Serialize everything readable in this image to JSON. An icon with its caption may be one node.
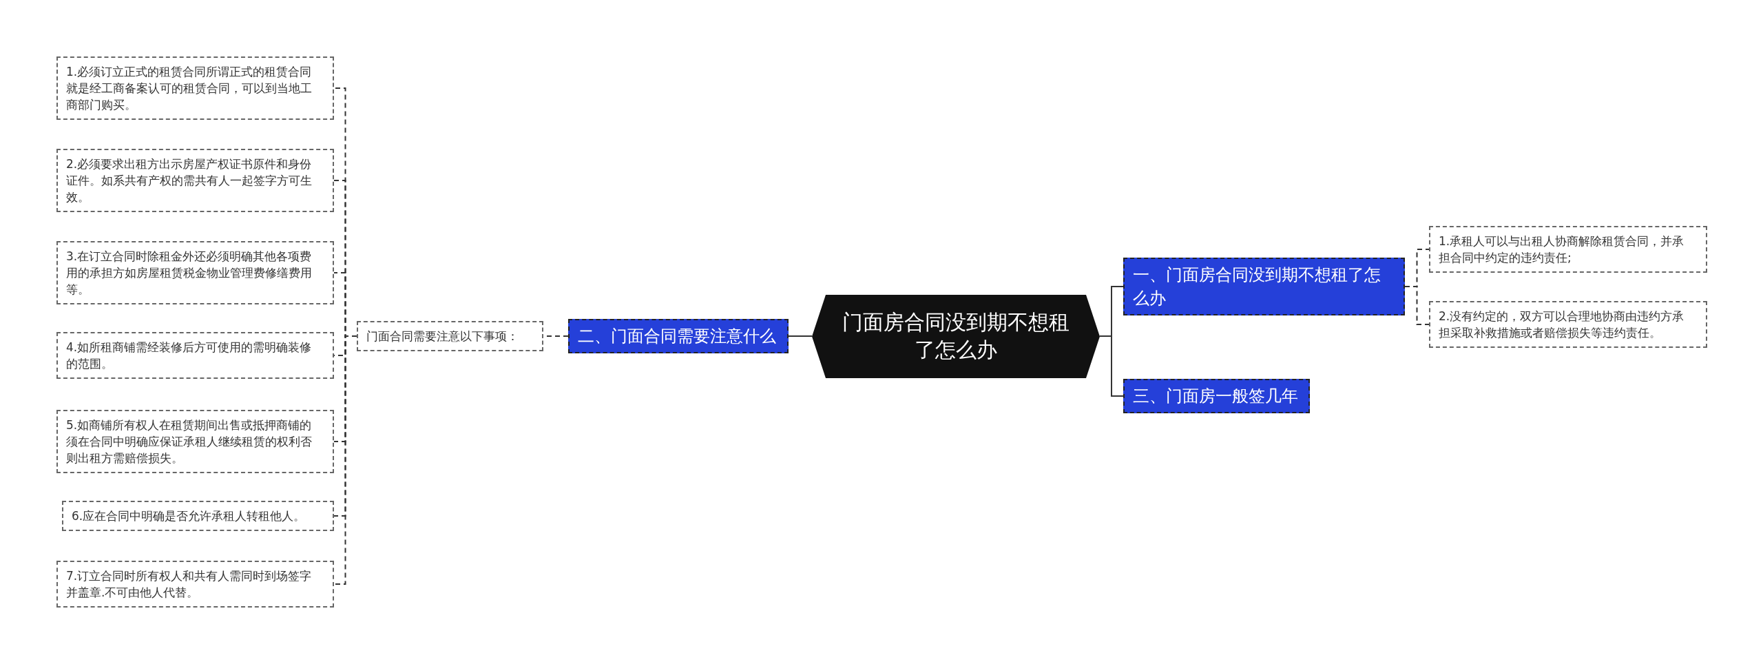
{
  "diagram": {
    "nodes": [
      {
        "text": [
          "门面房合同没到期不想租了怎么办"
        ]
      },
      {
        "text": [
          "二、门面合同需要注意什么"
        ]
      },
      {
        "text": [
          "门面合同需要注意以下事项："
        ]
      },
      {
        "text": [
          "1.必须订立正式的租赁合同所谓正式的租赁合同就是经工商备案认可的租赁合同，可以到当地工商部门购买。"
        ]
      },
      {
        "text": [
          "2.必须要求出租方出示房屋产权证书原件和身份证件。如系共有产权的需共有人一起签字方可生效。"
        ]
      },
      {
        "text": [
          "3.在订立合同时除租金外还必须明确其他各项费用的承担方如房屋租赁税金物业管理费修缮费用等。"
        ]
      },
      {
        "text": [
          "4.如所租商铺需经装修后方可使用的需明确装修的范围。"
        ]
      },
      {
        "text": [
          "5.如商铺所有权人在租赁期间出售或抵押商铺的须在合同中明确应保证承租人继续租赁的权利否则出租方需赔偿损失。"
        ]
      },
      {
        "text": [
          "6.应在合同中明确是否允许承租人转租他人。"
        ]
      },
      {
        "text": [
          "7.订立合同时所有权人和共有人需同时到场签字并盖章.不可由他人代替。"
        ]
      },
      {
        "text": [
          "一、门面房合同没到期不想租了怎么办"
        ]
      },
      {
        "text": [
          "1.承租人可以与出租人协商解除租赁合同，并承担合同中约定的违约责任;"
        ]
      },
      {
        "text": [
          "2.没有约定的，双方可以合理地协商由违约方承担采取补救措施或者赔偿损失等违约责任。"
        ]
      },
      {
        "text": [
          "三、门面房一般签几年"
        ]
      }
    ],
    "edges": [
      {
        "from": 0,
        "to": 1,
        "arrow": "none"
      },
      {
        "from": 1,
        "to": 2,
        "arrow": "none",
        "style": "dashed"
      },
      {
        "from": 2,
        "to": 3,
        "arrow": "none",
        "style": "dashed"
      },
      {
        "from": 2,
        "to": 4,
        "arrow": "none",
        "style": "dashed"
      },
      {
        "from": 2,
        "to": 5,
        "arrow": "none",
        "style": "dashed"
      },
      {
        "from": 2,
        "to": 6,
        "arrow": "none",
        "style": "dashed"
      },
      {
        "from": 2,
        "to": 7,
        "arrow": "none",
        "style": "dashed"
      },
      {
        "from": 2,
        "to": 8,
        "arrow": "none",
        "style": "dashed"
      },
      {
        "from": 2,
        "to": 9,
        "arrow": "none",
        "style": "dashed"
      },
      {
        "from": 0,
        "to": 10,
        "arrow": "none"
      },
      {
        "from": 10,
        "to": 11,
        "arrow": "none",
        "style": "dashed"
      },
      {
        "from": 10,
        "to": 12,
        "arrow": "none",
        "style": "dashed"
      },
      {
        "from": 0,
        "to": 13,
        "arrow": "none"
      }
    ]
  }
}
